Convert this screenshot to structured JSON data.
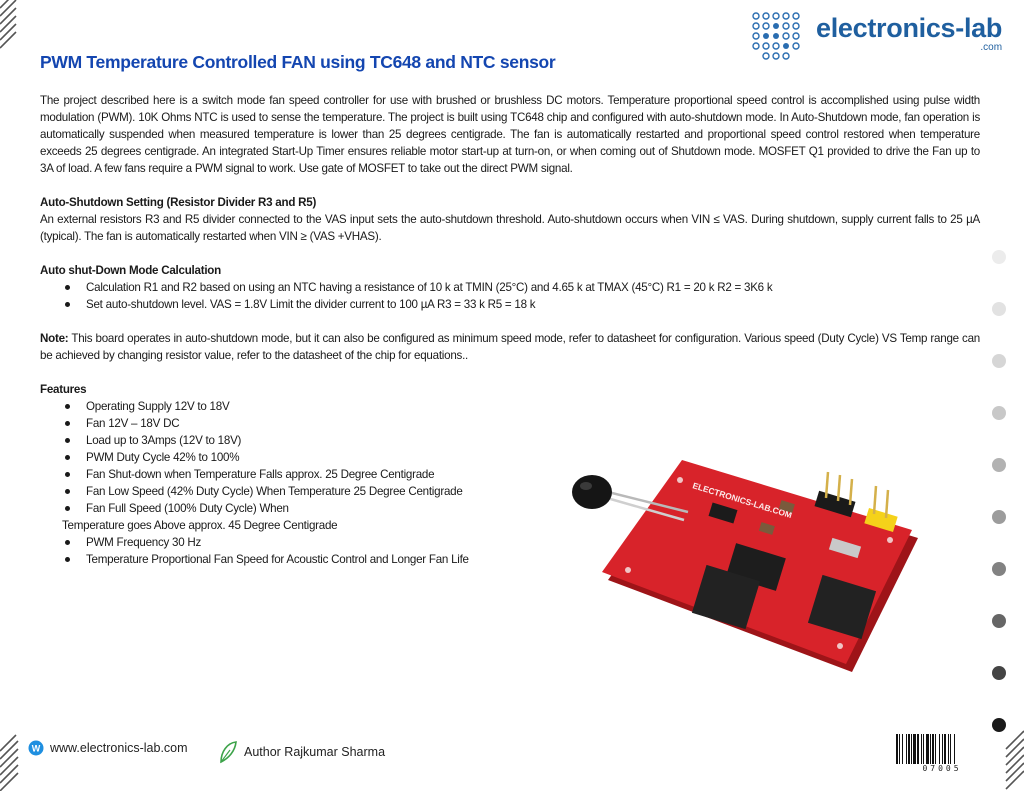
{
  "logo": {
    "name": "electronics-lab",
    "domain_suffix": ".com"
  },
  "title": "PWM Temperature Controlled FAN using TC648 and NTC sensor",
  "intro": "The project described here is a switch mode fan speed controller for use with brushed or brushless DC motors. Temperature proportional speed control is accomplished using pulse width modulation (PWM). 10K Ohms NTC is used to sense the temperature. The project is built using TC648 chip and configured with auto-shutdown mode. In Auto-Shutdown mode, fan operation is automatically suspended when measured temperature is lower than 25 degrees centigrade. The fan is automatically restarted and proportional speed control restored when temperature exceeds 25 degrees centigrade. An integrated Start-Up Timer ensures reliable motor start-up at turn-on, or when coming out of Shutdown mode. MOSFET Q1 provided to drive the Fan up to 3A of load. A few fans require a PWM signal to work. Use gate of MOSFET to take out the direct PWM signal.",
  "auto_shutdown": {
    "heading": "Auto-Shutdown Setting (Resistor Divider R3 and R5)",
    "text": "An external resistors R3 and R5 divider connected to the VAS input sets the auto-shutdown threshold. Auto-shutdown occurs when VIN ≤ VAS. During shutdown, supply current falls to 25 µA (typical). The fan is automatically restarted when VIN ≥ (VAS +VHAS)."
  },
  "calculation": {
    "heading": "Auto shut-Down Mode Calculation",
    "items": [
      "Calculation R1 and R2 based on using an NTC having a resistance of 10 k at TMIN (25°C) and 4.65 k at TMAX (45°C) R1 = 20 k R2 = 3K6 k",
      "Set auto-shutdown level. VAS = 1.8V Limit the divider current to 100 µA R3 = 33 k R5 = 18 k"
    ]
  },
  "note": {
    "label": "Note:",
    "text": " This board operates in auto-shutdown mode, but it can also be configured as minimum speed mode, refer to datasheet for configuration. Various speed (Duty Cycle) VS Temp range can be achieved by changing resistor value, refer to the datasheet of the chip for equations.."
  },
  "features": {
    "heading": "Features",
    "items_a": [
      "Operating Supply 12V to 18V",
      "Fan 12V – 18V DC",
      "Load up to 3Amps (12V to 18V)",
      "PWM Duty Cycle 42% to 100%",
      "Fan Shut-down when Temperature Falls approx. 25 Degree Centigrade",
      "Fan Low Speed (42% Duty Cycle) When Temperature 25 Degree Centigrade",
      "Fan Full Speed (100% Duty Cycle) When"
    ],
    "continuation": "Temperature goes Above approx. 45 Degree Centigrade",
    "items_b": [
      "PWM Frequency 30 Hz",
      "Temperature Proportional Fan Speed for Acoustic Control and Longer Fan Life"
    ]
  },
  "product_image": {
    "board_label": "ELECTRONICS-LAB.COM"
  },
  "footer": {
    "website": "www.electronics-lab.com",
    "author": "Author Rajkumar Sharma"
  },
  "barcode_number": "07005",
  "colors": {
    "title_blue": "#1446b0",
    "logo_blue": "#1f5f9f",
    "pcb_red": "#d8232a"
  }
}
